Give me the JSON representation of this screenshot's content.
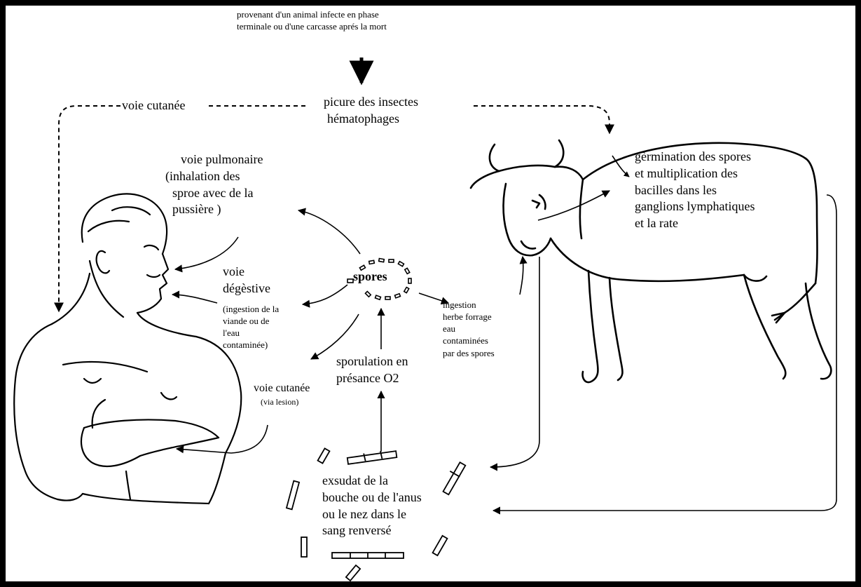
{
  "labels": {
    "source": [
      "provenant d'un animal infecte en phase",
      "terminale ou d'une carcasse aprés la mort"
    ],
    "voie_cutanee_top": "voie cutanée",
    "insectes": [
      "picure des insectes",
      "hématophages"
    ],
    "pulmonaire": [
      "voie pulmonaire",
      "(inhalation des",
      "sproe avec de la",
      "pussière )"
    ],
    "degestive_title": [
      "voie",
      "dégèstive"
    ],
    "degestive_detail": [
      "(ingestion de la",
      "viande ou de",
      "l'eau",
      "contaminée)"
    ],
    "cutanee_lesion_title": "voie cutanée",
    "cutanee_lesion_detail": "(via lesion)",
    "spores": "spores",
    "ingestion": [
      "ingestion",
      "herbe forrage",
      "eau",
      "contaminées",
      "par des spores"
    ],
    "sporulation": [
      "sporulation en",
      "présance O2"
    ],
    "germination": [
      "gèrmination des spores",
      "et multiplication des",
      "bacilles dans les",
      "ganglions lymphatiques",
      "et la rate"
    ],
    "exsudat": [
      "exsudat de la",
      "bouche ou de l'anus",
      "ou le nez dans le",
      "sang renversé"
    ]
  },
  "colors": {
    "frame": "#000000",
    "background": "#ffffff",
    "ink": "#000000"
  }
}
